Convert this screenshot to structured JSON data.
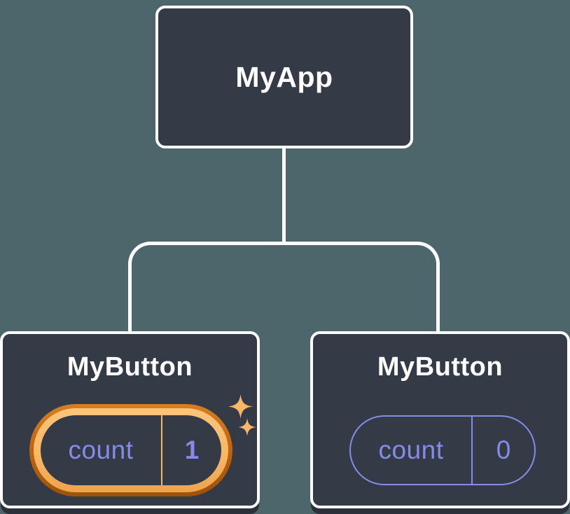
{
  "diagram_type": "react-component-tree",
  "tree": {
    "root": {
      "label": "MyApp"
    },
    "children": [
      {
        "label": "MyButton",
        "state": {
          "label": "count",
          "value": "1",
          "highlighted": true
        }
      },
      {
        "label": "MyButton",
        "state": {
          "label": "count",
          "value": "0",
          "highlighted": false
        }
      }
    ]
  },
  "icons": {
    "sparkle": "four-point-star marking freshly updated state"
  },
  "colors": {
    "bg": "#4D666C",
    "node_fill": "#343A46",
    "node_border": "#FFFFFF",
    "title_text": "#FFFFFF",
    "state_text": "#848CE8",
    "state_border": "#848CE8",
    "highlight_ring_outer": "#C26612",
    "highlight_ring_inner": "#F9B766",
    "sparkle": "#F9B766",
    "shadow": "#2B303A"
  }
}
